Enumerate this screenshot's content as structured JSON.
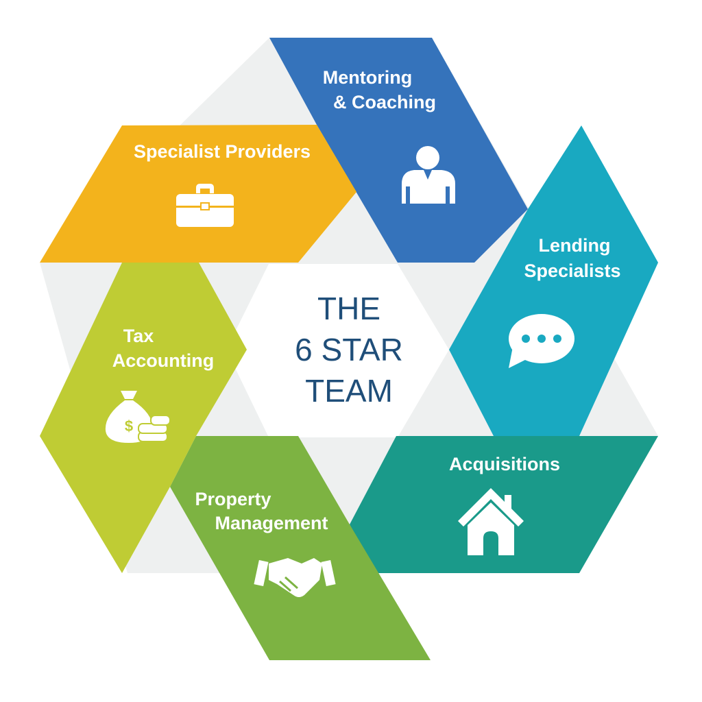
{
  "center": {
    "line1": "THE",
    "line2": "6 STAR",
    "line3": "TEAM"
  },
  "segments": {
    "mentoring": {
      "line1": "Mentoring",
      "line2": "& Coaching",
      "icon": "person-icon",
      "color": "#3573bb"
    },
    "lending": {
      "line1": "Lending",
      "line2": "Specialists",
      "icon": "speech-bubble-icon",
      "color": "#19a9c1"
    },
    "acquisitions": {
      "line1": "Acquisitions",
      "icon": "house-icon",
      "color": "#1a9a8a"
    },
    "property": {
      "line1": "Property",
      "line2": "Management",
      "icon": "handshake-icon",
      "color": "#7db342"
    },
    "tax": {
      "line1": "Tax",
      "line2": "Accounting",
      "icon": "money-bag-icon",
      "color": "#bfcc34"
    },
    "specialist": {
      "line1": "Specialist Providers",
      "icon": "briefcase-icon",
      "color": "#f3b31c"
    }
  },
  "colors": {
    "background_hexagon": "#eef0f0",
    "center_text": "#1f4e79"
  }
}
